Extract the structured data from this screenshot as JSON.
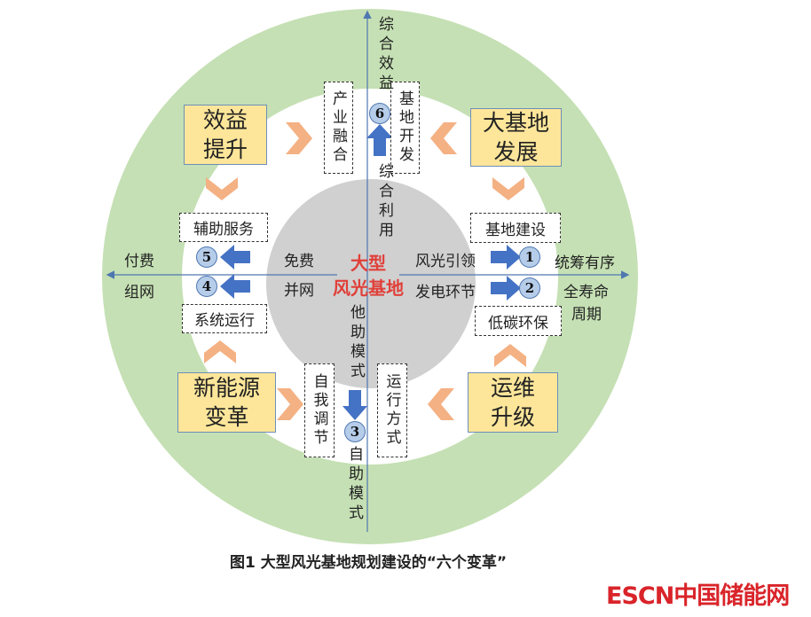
{
  "diagram": {
    "center": {
      "line1": "大型",
      "line2": "风光基地"
    },
    "boxes": {
      "top_left": "效益提升",
      "top_right": "大基地发展",
      "bottom_left": "新能源变革",
      "bottom_right": "运维升级"
    },
    "dashed": {
      "industry": "产业融合",
      "base_dev": "基地开发",
      "self_adjust": "自我调节",
      "operation_mode": "运行方式",
      "aux_service": "辅助服务",
      "base_build": "基地建设",
      "system_run": "系统运行",
      "low_carbon": "低碳环保"
    },
    "labels": {
      "top_axis": "综合效益",
      "comprehensive_use": "综合利用",
      "assisted_mode": "他助模式",
      "self_mode": "自助模式",
      "paid": "付费",
      "networking": "组网",
      "free": "免费",
      "grid": "并网",
      "wind_solar_lead": "风光引领",
      "generation": "发电环节",
      "coordinated": "统筹有序",
      "life1": "全寿命",
      "life2": "周期"
    },
    "numbers": [
      "1",
      "2",
      "3",
      "4",
      "5",
      "6"
    ]
  },
  "caption": "图1  大型风光基地规划建设的“六个变革”",
  "logo": "ESCN中国储能网",
  "colors": {
    "outer": "#c5e0b4",
    "inner": "#d0d0d0",
    "box": "#fde69a",
    "chevron": "#f4b183",
    "arrow": "#4472c4",
    "center_text": "#e0403a"
  }
}
